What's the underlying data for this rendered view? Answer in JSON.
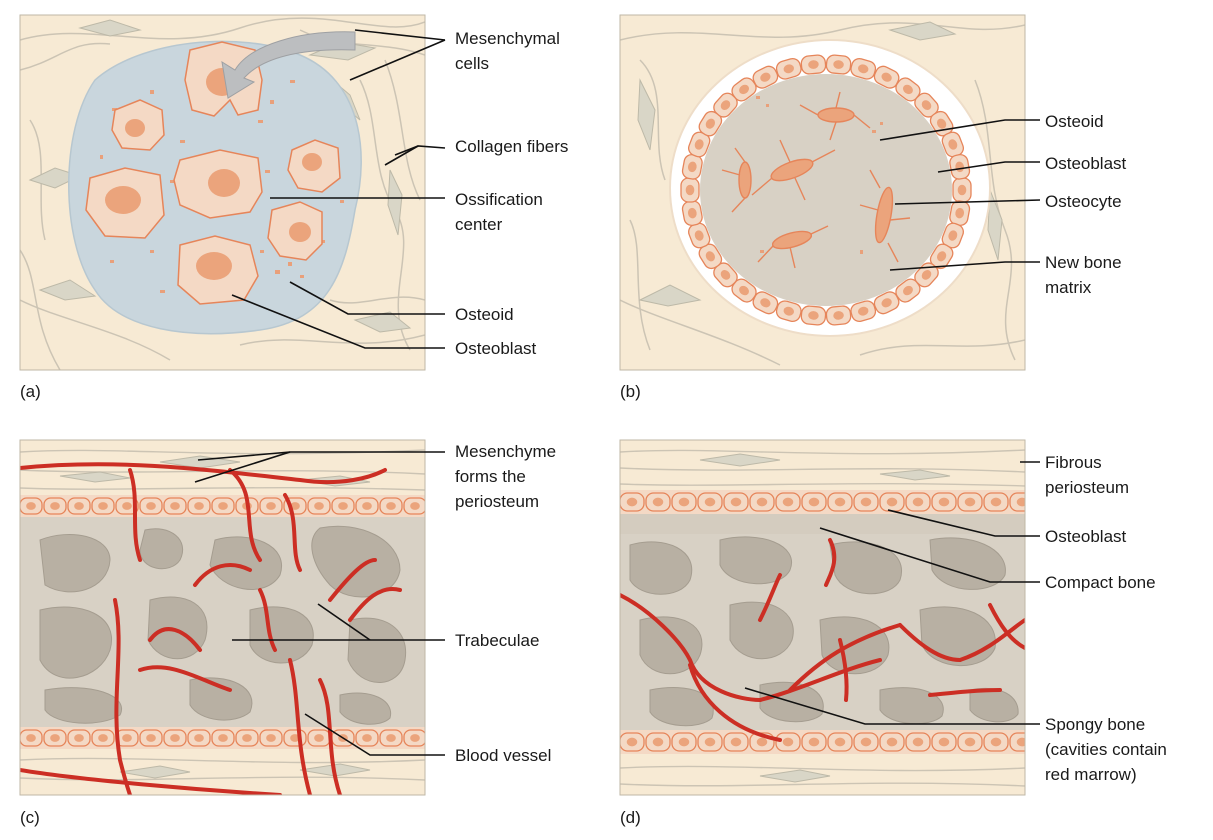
{
  "colors": {
    "background_tissue": "#f7ead4",
    "fiber": "#ccc4b4",
    "mesenchymal_cell": "#d9d6c7",
    "ossification_center": "#c9d6dd",
    "osteoblast_fill": "#f4d9c5",
    "osteoblast_outline": "#e6855a",
    "nucleus": "#eba47c",
    "osteoid": "#e9a07a",
    "bone_matrix": "#d8d1c5",
    "cavity": "#b8b0a3",
    "blood_vessel": "#cc2e24",
    "leader_line": "#111111"
  },
  "panels": {
    "a": {
      "caption": "(a)",
      "labels": {
        "mesenchymal": [
          "Mesenchymal",
          "cells"
        ],
        "collagen": "Collagen fibers",
        "ossification": [
          "Ossification",
          "center"
        ],
        "osteoid": "Osteoid",
        "osteoblast": "Osteoblast"
      }
    },
    "b": {
      "caption": "(b)",
      "labels": {
        "osteoid": "Osteoid",
        "osteoblast": "Osteoblast",
        "osteocyte": "Osteocyte",
        "newbone": [
          "New bone",
          "matrix"
        ]
      }
    },
    "c": {
      "caption": "(c)",
      "labels": {
        "mesenchyme": [
          "Mesenchyme",
          "forms the",
          "periosteum"
        ],
        "trabeculae": "Trabeculae",
        "vessel": "Blood vessel"
      }
    },
    "d": {
      "caption": "(d)",
      "labels": {
        "fibrous": [
          "Fibrous",
          "periosteum"
        ],
        "osteoblast": "Osteoblast",
        "compact": "Compact bone",
        "spongy": [
          "Spongy bone",
          "(cavities contain",
          "red marrow)"
        ]
      }
    }
  }
}
